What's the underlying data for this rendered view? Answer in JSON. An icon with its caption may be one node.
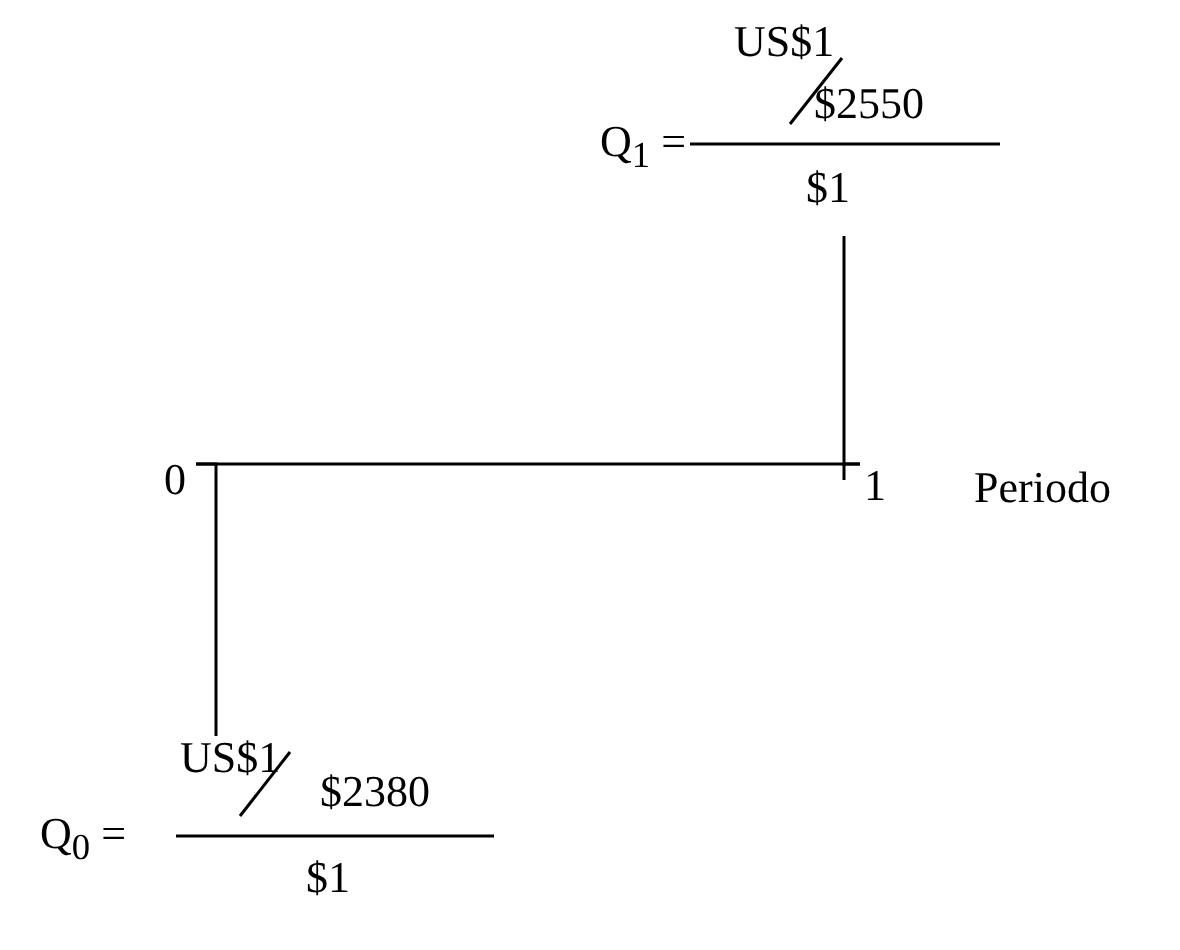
{
  "diagram": {
    "nodes": [
      {
        "text": [
          "Q$_{1}$ =",
          "US$1",
          "$2550",
          "$1"
        ]
      },
      {
        "text": [
          "0"
        ]
      },
      {
        "text": [
          "1"
        ]
      },
      {
        "text": [
          "Q$_{0}$ =",
          "US$1",
          "$2380",
          "$1"
        ]
      }
    ],
    "edges": [
      {
        "from": 1,
        "to": 2,
        "arrow": "none"
      },
      {
        "from": 2,
        "to": 0,
        "arrow": "none"
      },
      {
        "from": 1,
        "to": 3,
        "arrow": "none"
      }
    ],
    "labels": [
      "Periodo"
    ]
  }
}
